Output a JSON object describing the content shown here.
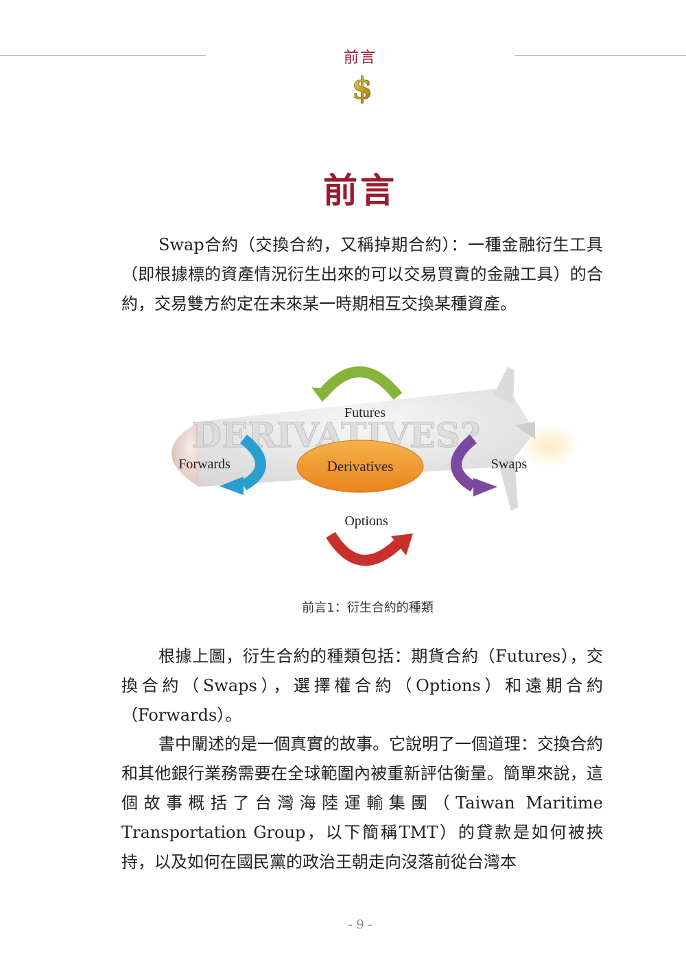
{
  "header": {
    "running_title": "前言"
  },
  "logo": {
    "icon": "dollar-sign-icon",
    "color": "#c9a227"
  },
  "chapter": {
    "title": "前言"
  },
  "paragraphs": {
    "intro": "Swap合約（交換合約，又稱掉期合約）：一種金融衍生工具（即根據標的資產情況衍生出來的可以交易買賣的金融工具）的合約，交易雙方約定在未來某一時期相互交換某種資產。",
    "types": "根據上圖，衍生合約的種類包括：期貨合約（Futures），交換合約（Swaps），選擇權合約（Options）和遠期合約（Forwards）。",
    "story": "書中闡述的是一個真實的故事。它說明了一個道理：交換合約和其他銀行業務需要在全球範圍內被重新評估衡量。簡單來說，這個故事概括了台灣海陸運輸集團（Taiwan Maritime Transportation Group，以下簡稱TMT）的貸款是如何被挾持，以及如何在國民黨的政治王朝走向沒落前從台灣本"
  },
  "figure": {
    "background_text": "DERIVATIVES?",
    "center_label": "Derivatives",
    "labels": {
      "top": "Futures",
      "left": "Forwards",
      "right": "Swaps",
      "bottom": "Options"
    },
    "colors": {
      "futures_arrow": "#86b43a",
      "forwards_arrow": "#2a9fcf",
      "swaps_arrow": "#7b4aa0",
      "options_arrow": "#c8302c",
      "center_fill": "#f29a2e"
    },
    "caption": "前言1：衍生合約的種類"
  },
  "footer": {
    "page_number": "- 9 -"
  }
}
